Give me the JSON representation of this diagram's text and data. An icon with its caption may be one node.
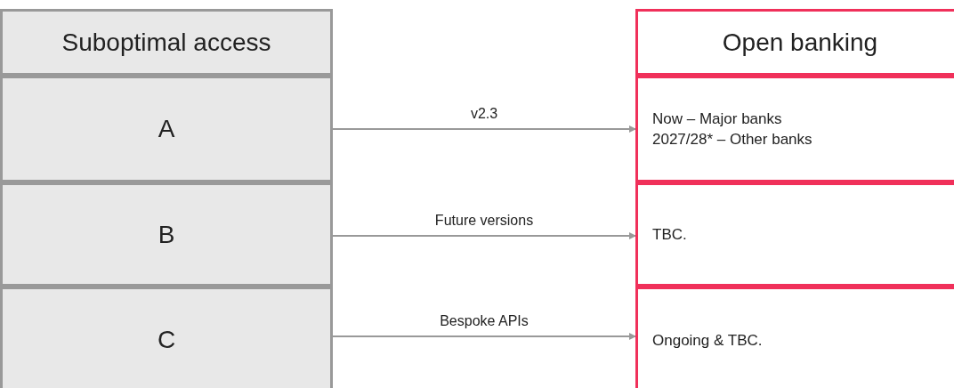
{
  "diagram": {
    "nodes": [
      {
        "text": [
          "Suboptimal access"
        ]
      },
      {
        "text": [
          "A"
        ]
      },
      {
        "text": [
          "B"
        ]
      },
      {
        "text": [
          "C"
        ]
      },
      {
        "text": [
          "Open banking"
        ]
      },
      {
        "text": [
          "Now – Major banks",
          "2027/28* – Other banks"
        ]
      },
      {
        "text": [
          "TBC."
        ]
      },
      {
        "text": [
          "Ongoing & TBC."
        ]
      }
    ],
    "edges": [
      {
        "from": 1,
        "to": 5,
        "arrow": "to",
        "label": "v2.3"
      },
      {
        "from": 2,
        "to": 6,
        "arrow": "to",
        "label": "Future versions"
      },
      {
        "from": 3,
        "to": 7,
        "arrow": "to",
        "label": "Bespoke APIs"
      }
    ]
  }
}
